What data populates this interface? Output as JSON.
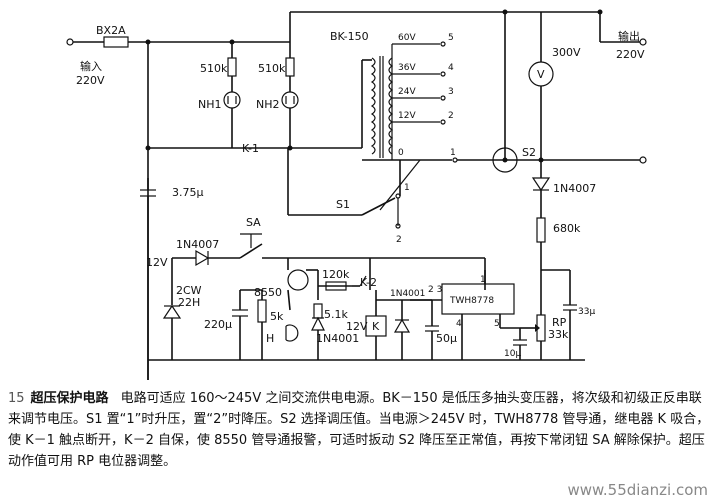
{
  "labels": {
    "fuse": "BX2A",
    "input": "输入",
    "input_v": "220V",
    "output": "输出",
    "output_v": "220V",
    "transformer": "BK-150",
    "tap60": "60V",
    "tap36": "36V",
    "tap24": "24V",
    "tap12": "12V",
    "tap0": "0",
    "pin5": "5",
    "pin4": "4",
    "pin3": "3",
    "pin2": "2",
    "pin1": "1",
    "r510a": "510k",
    "r510b": "510k",
    "nh1": "NH1",
    "nh2": "NH2",
    "k1": "K-1",
    "s1": "S1",
    "s1_1": "1",
    "s1_2": "2",
    "s2": "S2",
    "meter": "V",
    "meter_v": "300V",
    "d_top": "1N4007",
    "r680": "680k",
    "cap375": "3.75μ",
    "sa": "SA",
    "d_sa": "1N4007",
    "v12a": "12V",
    "zener": "2CW",
    "zener2": "22H",
    "c220": "220μ",
    "r5k": "5k",
    "q8550": "8550",
    "h": "H",
    "r120": "120k",
    "k2": "K-2",
    "d4001a": "1N4001",
    "r51": "5.1k",
    "d4001b": "1N4001",
    "v12b": "12V",
    "relay": "K",
    "c50": "50μ",
    "ic": "TWH8778",
    "ic4": "4",
    "ic5": "5",
    "ic1": "1",
    "ic23": "2 3",
    "rp": "RP",
    "rp33": "33k",
    "c10": "10μ",
    "c33": "33μ"
  },
  "caption": {
    "num": "15",
    "title": "超压保护电路",
    "body": "电路可适应 160～245V 之间交流供电电源。BK－150 是低压多抽头变压器，将次级和初级正反串联来调节电压。S1 置“1”时升压，置“2”时降压。S2 选择调压值。当电源＞245V 时，TWH8778 管导通，继电器 K 吸合，使 K－1 触点断开，K－2 自保，使 8550 管导通报警，可适时扳动 S2 降压至正常值，再按下常闭钮 SA 解除保护。超压动作值可用 RP 电位器调整。"
  },
  "watermark": "www.55dianzi.com"
}
